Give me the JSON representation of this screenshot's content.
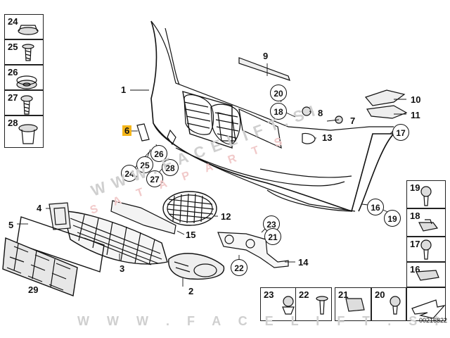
{
  "left_legend": [
    "24",
    "25",
    "26",
    "27",
    "28"
  ],
  "right_legend_top": [
    "19",
    "18",
    "17",
    "16"
  ],
  "bottom_legend": [
    "23",
    "22",
    "21",
    "20"
  ],
  "callouts": {
    "c1": "1",
    "c2": "2",
    "c3": "3",
    "c4": "4",
    "c5": "5",
    "c6": "6",
    "c7": "7",
    "c8": "8",
    "c9": "9",
    "c10": "10",
    "c11": "11",
    "c12": "12",
    "c13": "13",
    "c14": "14",
    "c15": "15",
    "c29": "29"
  },
  "circles": {
    "k20a": "20",
    "k18a": "18",
    "k17": "17",
    "k16": "16",
    "k19": "19",
    "k26": "26",
    "k25": "25",
    "k24": "24",
    "k28": "28",
    "k27": "27",
    "k23": "23",
    "k21": "21",
    "k22": "22"
  },
  "ref_number": "00216822",
  "watermark_line1": "WWW.FACELIFT.SI",
  "watermark_red": "S A T A P A R T S",
  "watermark_bottom": "W W W . F A C E L I F T . S I",
  "accent_highlight": "#f5b61a"
}
